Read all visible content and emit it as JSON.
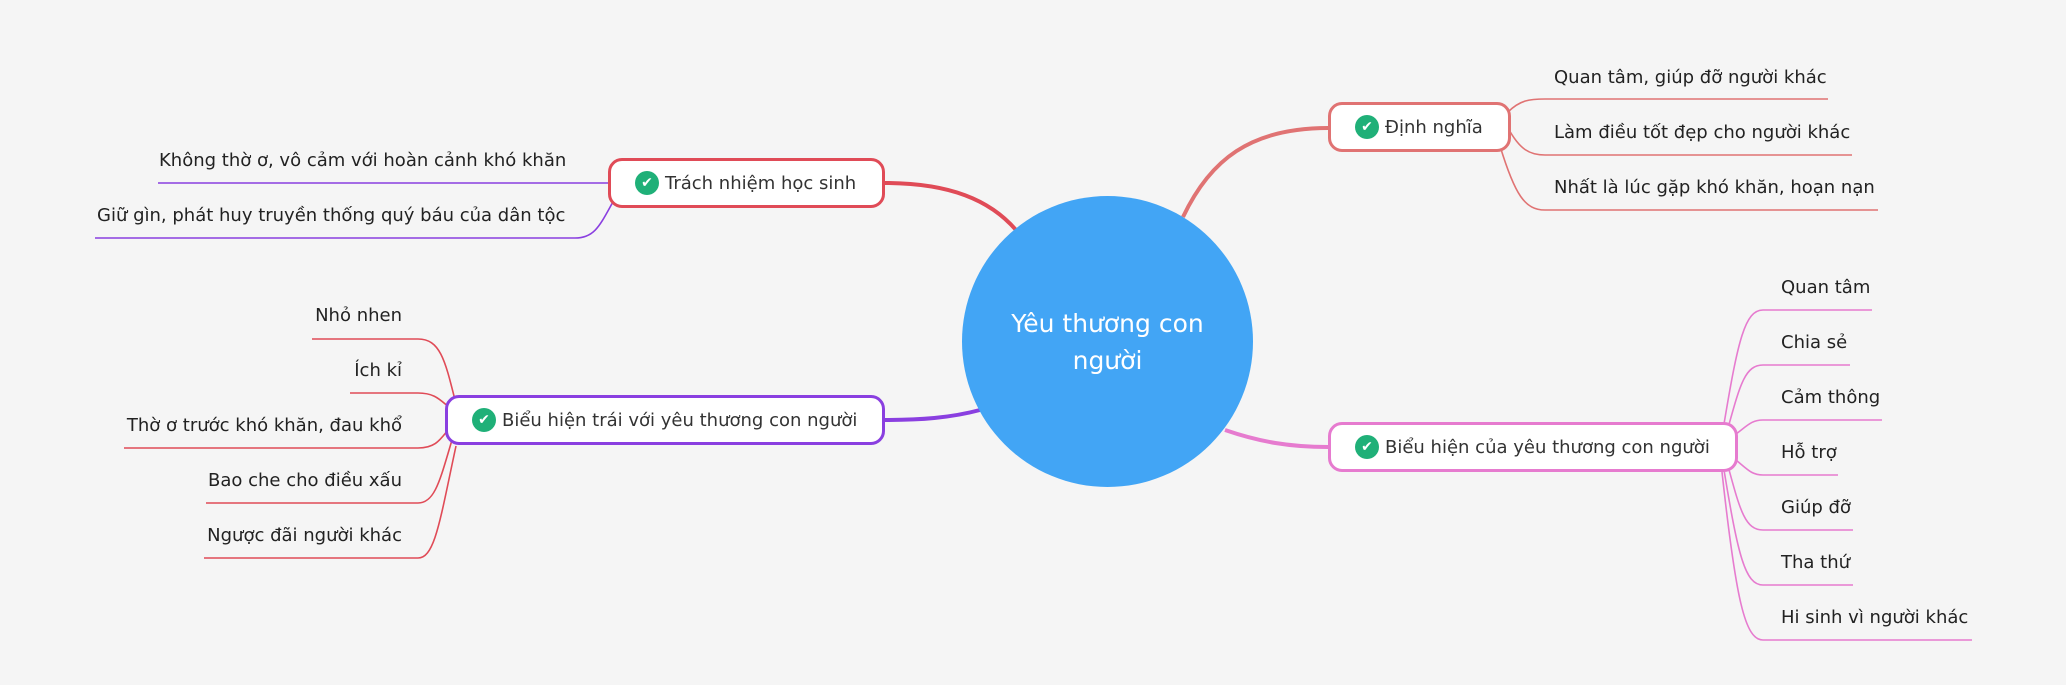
{
  "center": {
    "title": "Yêu thương con người"
  },
  "branches": [
    {
      "label": "Định nghĩa",
      "color": "#e07373",
      "items": [
        "Quan tâm, giúp đỡ người khác",
        "Làm điều tốt đẹp cho người khác",
        "Nhất là lúc gặp khó khăn, hoạn nạn"
      ]
    },
    {
      "label": "Trách nhiệm học sinh",
      "color": "#e04b57",
      "items": [
        "Không thờ ơ, vô cảm với hoàn cảnh khó khăn",
        "Giữ gìn, phát huy truyền thống quý báu của dân tộc"
      ],
      "item_color": "#8a3fe0"
    },
    {
      "label": "Biểu hiện trái với yêu thương con người",
      "color": "#8a3fe0",
      "items": [
        "Nhỏ nhen",
        "Ích kỉ",
        "Thờ ơ trước khó khăn, đau khổ",
        "Bao che cho điều xấu",
        "Ngược đãi người khác"
      ],
      "item_color": "#e04b57"
    },
    {
      "label": "Biểu hiện của yêu thương con người",
      "color": "#e67bcf",
      "items": [
        "Quan tâm",
        "Chia sẻ",
        "Cảm thông",
        "Hỗ trợ",
        "Giúp đỡ",
        "Tha thứ",
        "Hi sinh vì người khác"
      ]
    }
  ]
}
